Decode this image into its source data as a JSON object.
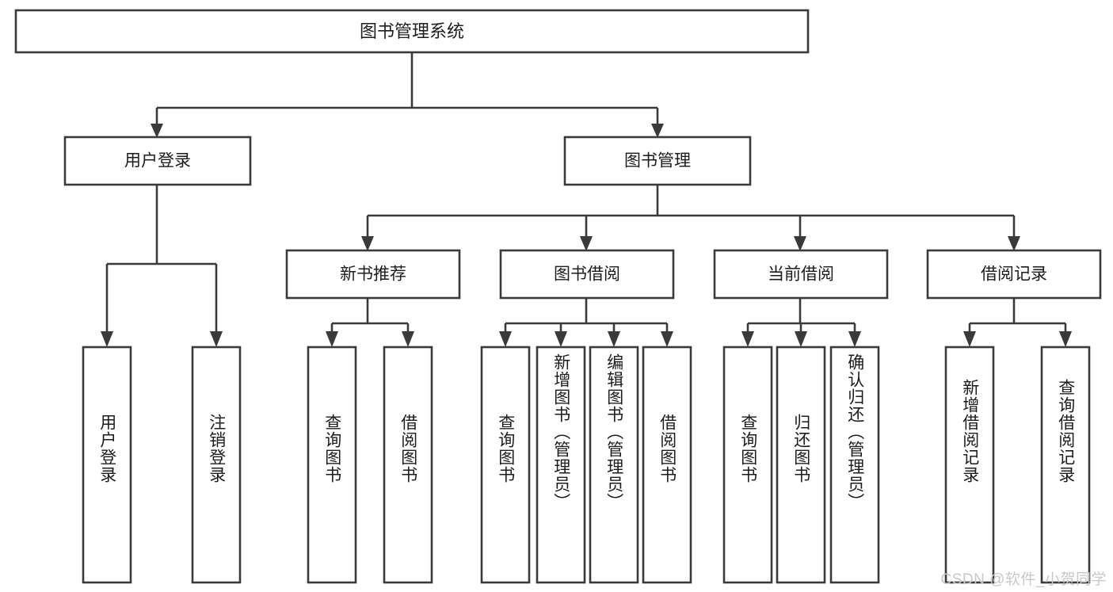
{
  "diagram": {
    "type": "hierarchy-tree",
    "title": "图书管理系统",
    "levels": 4,
    "colors": {
      "box_stroke": "#3a3a3a",
      "box_fill": "#ffffff",
      "connector": "#3a3a3a",
      "text": "#1c1c1c",
      "watermark": "#c9c9c9",
      "background": "#ffffff"
    },
    "root": {
      "label": "图书管理系统"
    },
    "level2": [
      {
        "label": "用户登录"
      },
      {
        "label": "图书管理"
      }
    ],
    "level3": [
      {
        "label": "新书推荐"
      },
      {
        "label": "图书借阅"
      },
      {
        "label": "当前借阅"
      },
      {
        "label": "借阅记录"
      }
    ],
    "leaves": {
      "user_login": [
        {
          "label": "用户登录"
        },
        {
          "label": "注销登录"
        }
      ],
      "new_book_recommend": [
        {
          "label": "查询图书"
        },
        {
          "label": "借阅图书"
        }
      ],
      "book_borrow": [
        {
          "label": "查询图书"
        },
        {
          "label": "新增图书（管理员）"
        },
        {
          "label": "编辑图书（管理员）"
        },
        {
          "label": "借阅图书"
        }
      ],
      "current_borrow": [
        {
          "label": "查询图书"
        },
        {
          "label": "归还图书"
        },
        {
          "label": "确认归还（管理员）"
        }
      ],
      "borrow_record": [
        {
          "label": "新增借阅记录"
        },
        {
          "label": "查询借阅记录"
        }
      ]
    },
    "watermark": "CSDN @软件_小贺同学"
  }
}
